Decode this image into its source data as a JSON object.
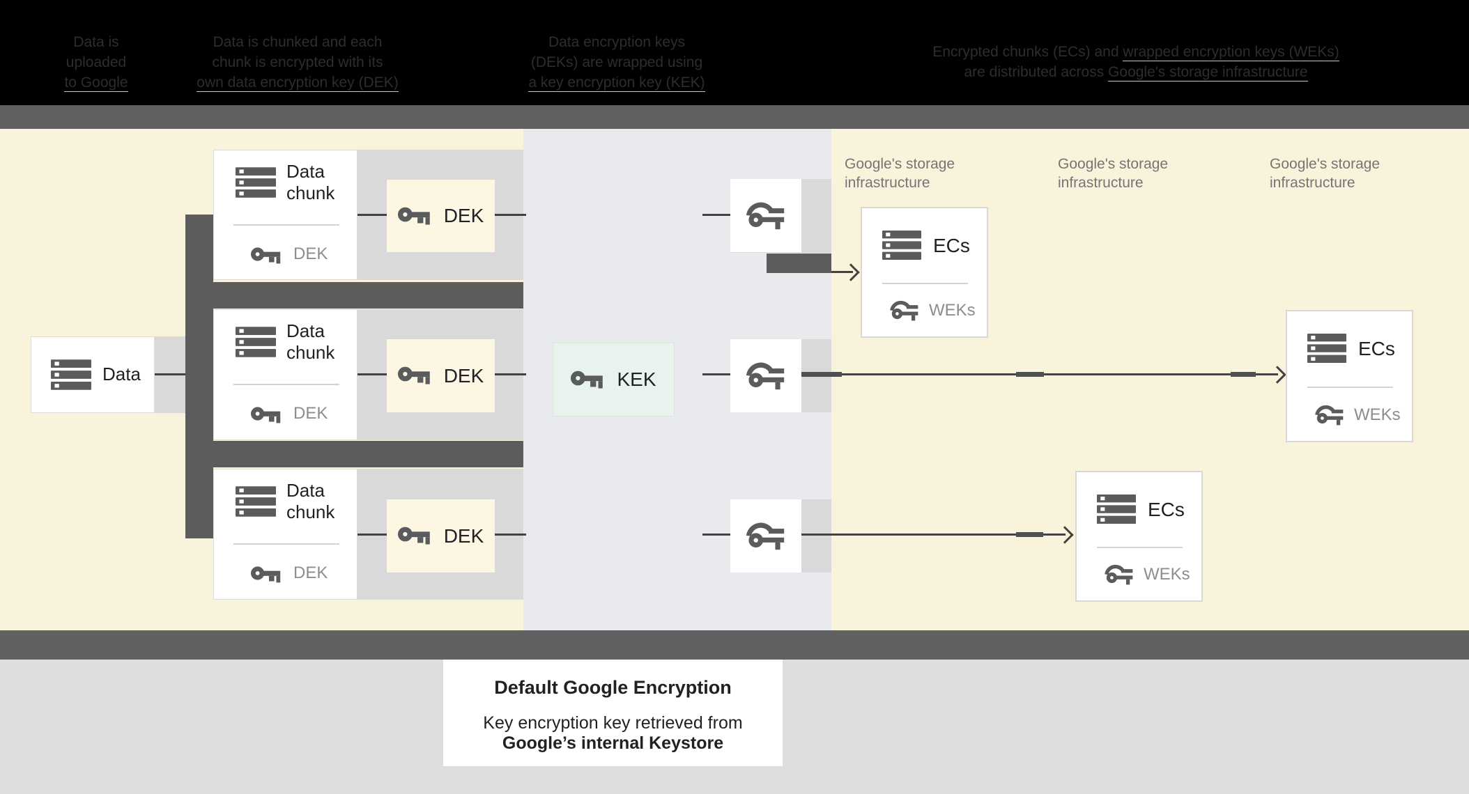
{
  "colors": {
    "header_bg": "#000000",
    "header_text": "#2d2d2d",
    "band_gray": "#616161",
    "panel_yellow": "#faf3dc",
    "panel_mid_gray": "#e8eaed",
    "row_shade_gray": "#d9d9d9",
    "pipe_dark_gray": "#5c5c5c",
    "dek_chip_yellow": "#fdf6e2",
    "kek_chip_mint": "#e7f3ec",
    "icon_gray": "#5a5b5d",
    "text_dark": "#202124",
    "text_gray": "#8d8d8d",
    "note_gray": "#757575",
    "connector": "#424242",
    "footer_bg": "#dedede"
  },
  "header": {
    "steps": [
      {
        "l1": "Data is",
        "l2": "uploaded",
        "l3": "to Google"
      },
      {
        "l1": "Data is chunked and each",
        "l2": "chunk is encrypted with its",
        "l3": "own data encryption key (DEK)"
      },
      {
        "l1": "Data encryption keys",
        "l2": "(DEKs) are wrapped using",
        "l3": "a key encryption key (KEK)"
      },
      {
        "l1a": "Encrypted chunks (ECs) and ",
        "l1b": "wrapped encryption keys (WEKs)",
        "l2a": "are distributed across ",
        "l2b": "Google's storage infrastructure"
      }
    ]
  },
  "diagram": {
    "data_box": {
      "label": "Data"
    },
    "chunks": [
      {
        "line1": "Data",
        "line2": "chunk",
        "key": "DEK"
      },
      {
        "line1": "Data",
        "line2": "chunk",
        "key": "DEK"
      },
      {
        "line1": "Data",
        "line2": "chunk",
        "key": "DEK"
      }
    ],
    "deks": [
      {
        "label": "DEK"
      },
      {
        "label": "DEK"
      },
      {
        "label": "DEK"
      }
    ],
    "kek": {
      "label": "KEK"
    },
    "storage_labels": [
      {
        "line1": "Google's storage",
        "line2": "infrastructure"
      },
      {
        "line1": "Google's storage",
        "line2": "infrastructure"
      },
      {
        "line1": "Google's storage",
        "line2": "infrastructure"
      }
    ],
    "ecs": [
      {
        "label": "ECs",
        "key": "WEKs"
      },
      {
        "label": "ECs",
        "key": "WEKs"
      },
      {
        "label": "ECs",
        "key": "WEKs"
      }
    ]
  },
  "caption": {
    "title": "Default Google Encryption",
    "line1": "Key encryption key retrieved from",
    "line2": "Google’s internal Keystore"
  }
}
